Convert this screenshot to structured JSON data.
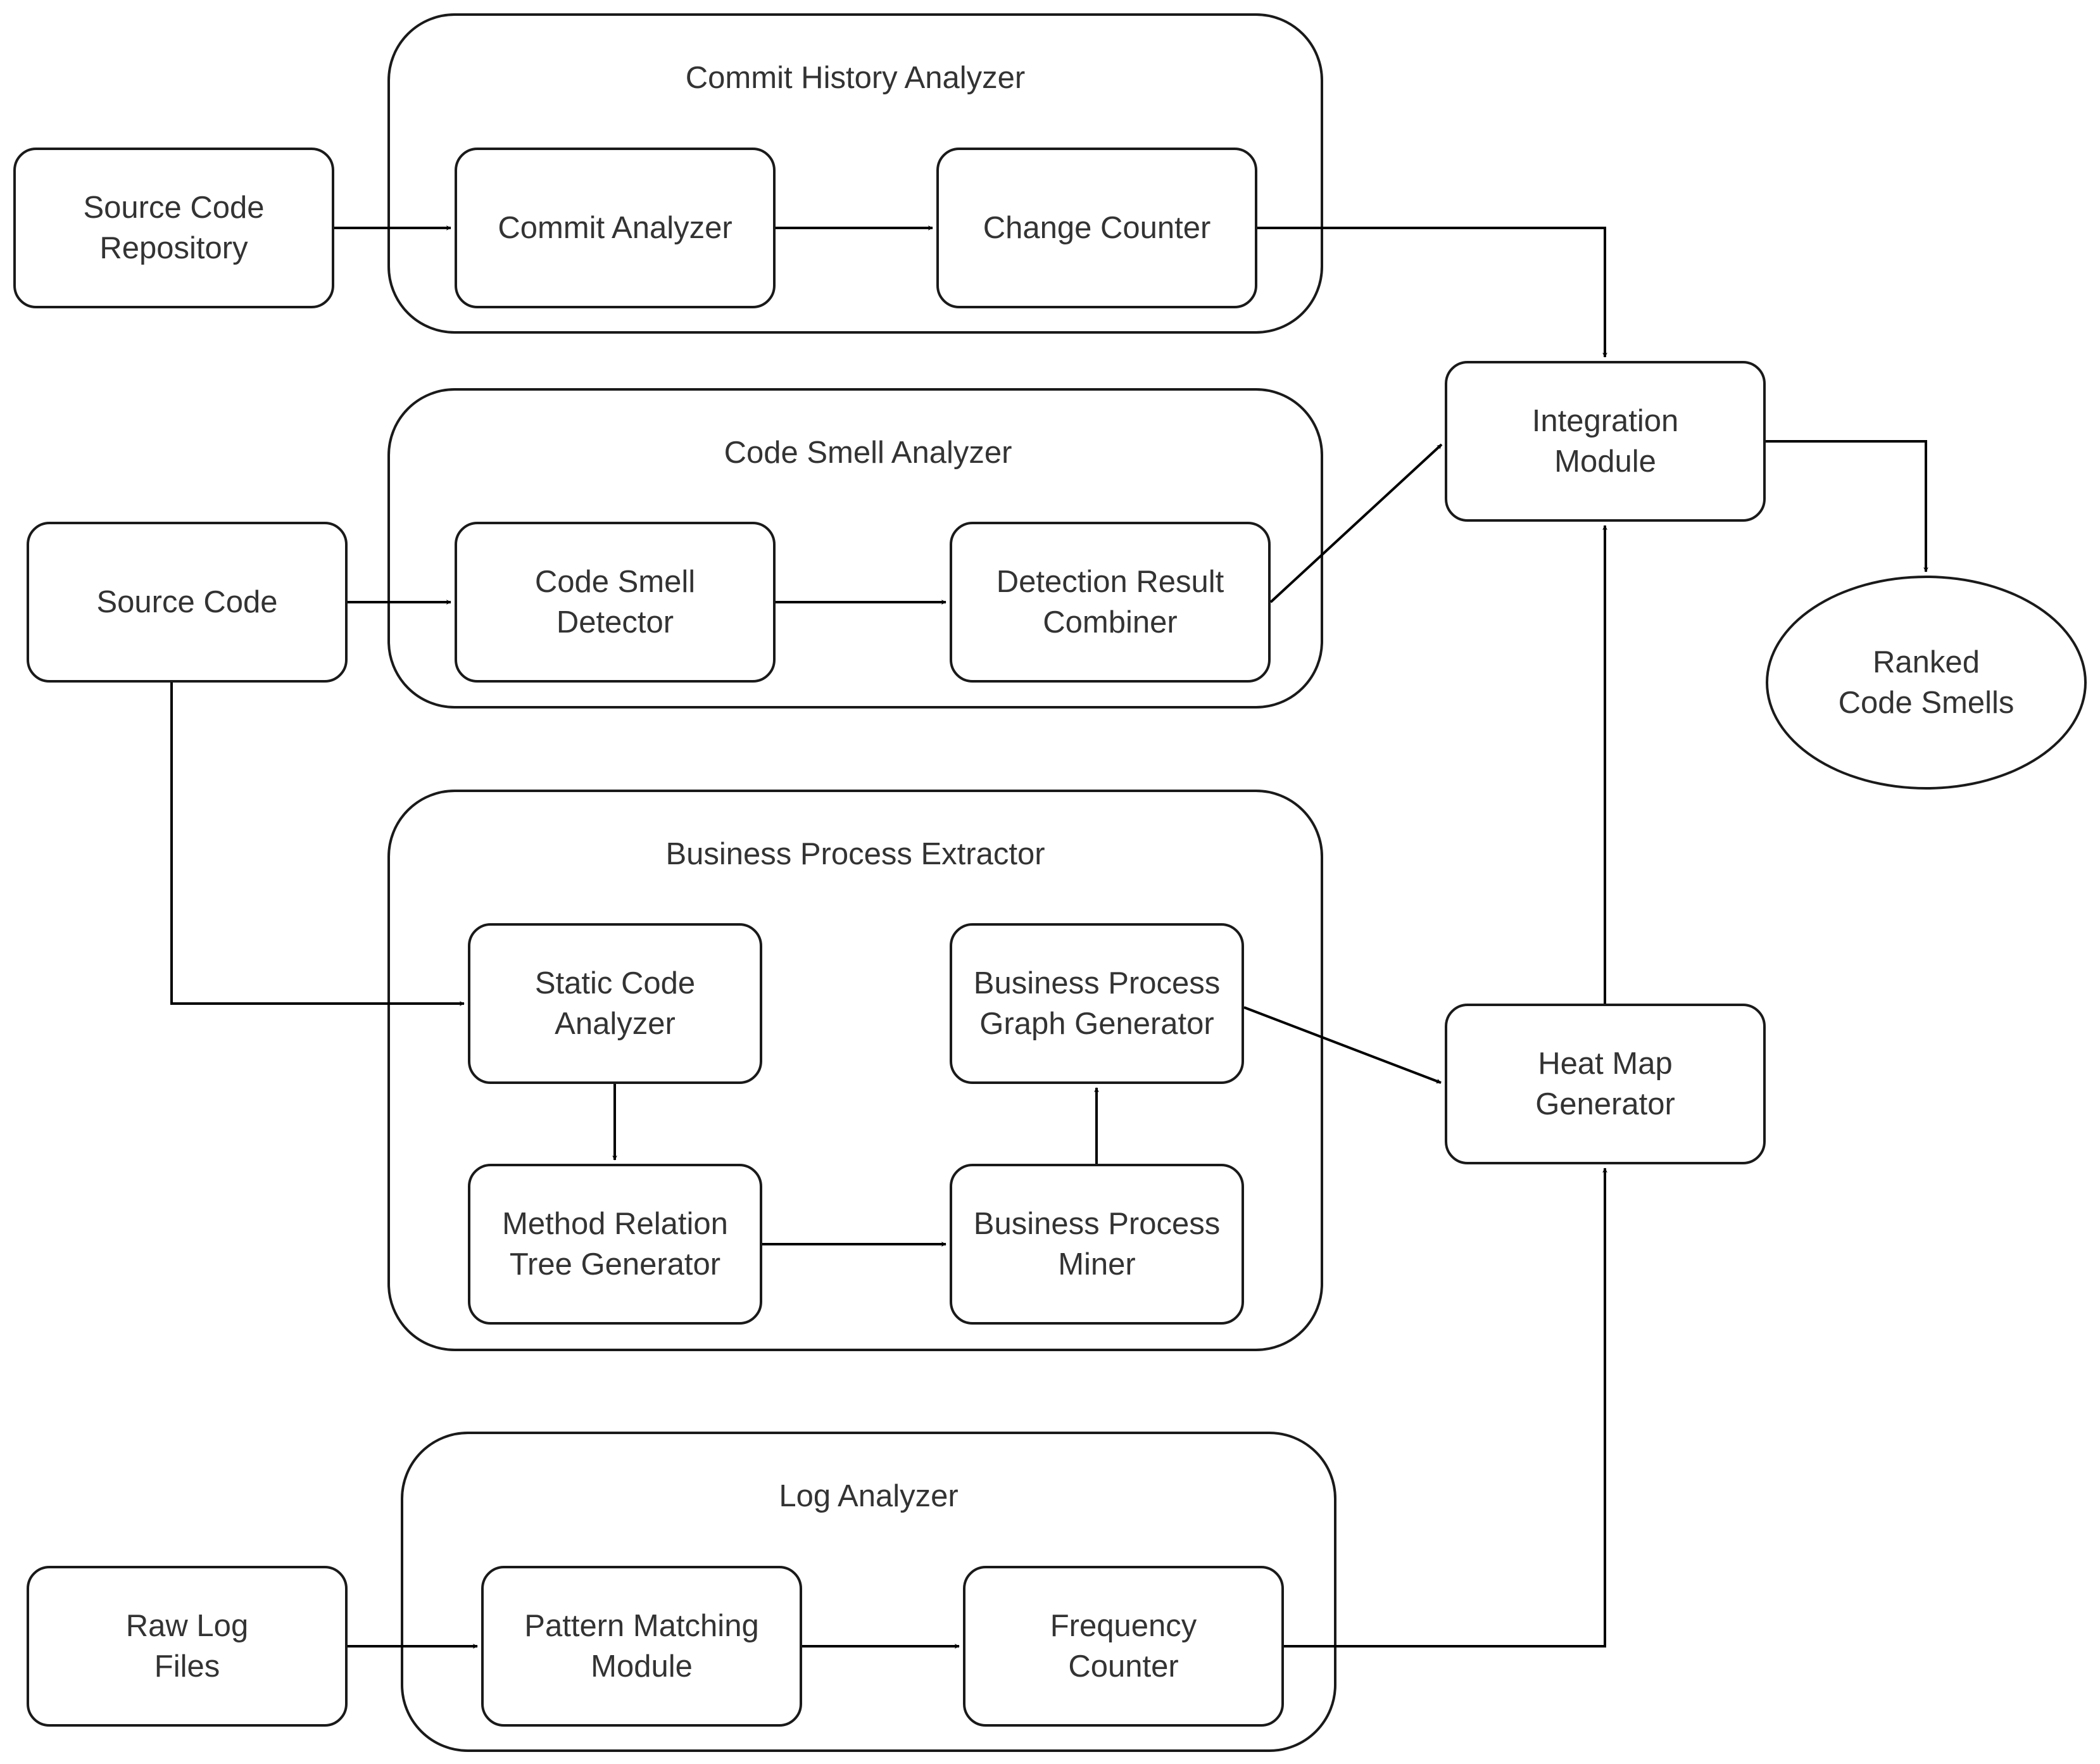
{
  "groups": {
    "commit_history": "Commit History Analyzer",
    "code_smell": "Code Smell Analyzer",
    "business_process": "Business Process Extractor",
    "log": "Log Analyzer"
  },
  "nodes": {
    "source_code_repository": "Source Code\nRepository",
    "commit_analyzer": "Commit Analyzer",
    "change_counter": "Change Counter",
    "source_code": "Source Code",
    "code_smell_detector": "Code Smell\nDetector",
    "detection_result_combiner": "Detection Result\nCombiner",
    "static_code_analyzer": "Static Code\nAnalyzer",
    "method_relation_tree_generator": "Method Relation\nTree Generator",
    "business_process_miner": "Business Process\nMiner",
    "business_process_graph_generator": "Business Process\nGraph Generator",
    "raw_log_files": "Raw Log\nFiles",
    "pattern_matching_module": "Pattern Matching\nModule",
    "frequency_counter": "Frequency\nCounter",
    "integration_module": "Integration\nModule",
    "heat_map_generator": "Heat Map\nGenerator",
    "ranked_code_smells": "Ranked\nCode Smells"
  },
  "edges": [
    {
      "from": "source_code_repository",
      "to": "commit_analyzer"
    },
    {
      "from": "commit_analyzer",
      "to": "change_counter"
    },
    {
      "from": "change_counter",
      "to": "integration_module"
    },
    {
      "from": "source_code",
      "to": "code_smell_detector"
    },
    {
      "from": "code_smell_detector",
      "to": "detection_result_combiner"
    },
    {
      "from": "detection_result_combiner",
      "to": "integration_module"
    },
    {
      "from": "source_code",
      "to": "static_code_analyzer"
    },
    {
      "from": "static_code_analyzer",
      "to": "method_relation_tree_generator"
    },
    {
      "from": "method_relation_tree_generator",
      "to": "business_process_miner"
    },
    {
      "from": "business_process_miner",
      "to": "business_process_graph_generator"
    },
    {
      "from": "business_process_graph_generator",
      "to": "heat_map_generator"
    },
    {
      "from": "raw_log_files",
      "to": "pattern_matching_module"
    },
    {
      "from": "pattern_matching_module",
      "to": "frequency_counter"
    },
    {
      "from": "frequency_counter",
      "to": "heat_map_generator"
    },
    {
      "from": "heat_map_generator",
      "to": "integration_module"
    },
    {
      "from": "integration_module",
      "to": "ranked_code_smells"
    }
  ]
}
